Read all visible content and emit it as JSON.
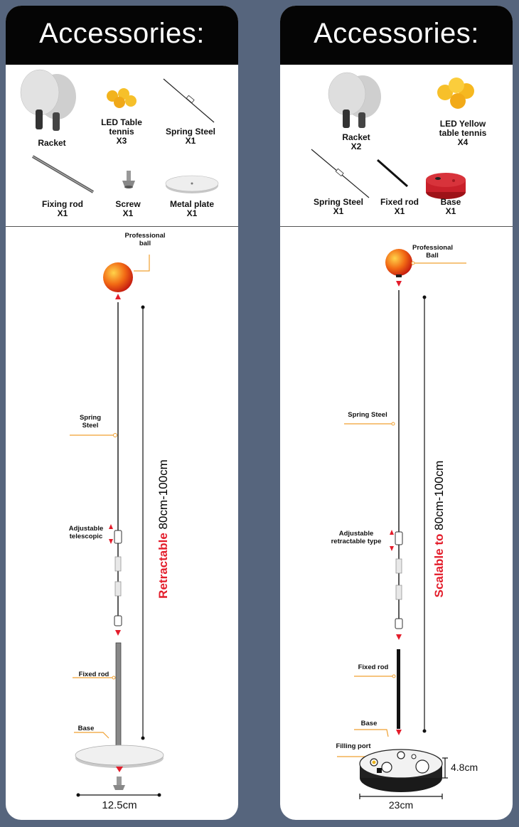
{
  "left": {
    "title": "Accessories:",
    "items": [
      {
        "name": "Racket",
        "qty": ""
      },
      {
        "name": "LED Table tennis",
        "qty": "X3"
      },
      {
        "name": "Spring Steel",
        "qty": "X1"
      },
      {
        "name": "Fixing rod",
        "qty": "X1"
      },
      {
        "name": "Screw",
        "qty": "X1"
      },
      {
        "name": "Metal plate",
        "qty": "X1"
      }
    ],
    "callouts": {
      "ball": "Professional ball",
      "spring": "Spring Steel",
      "adjust": "Adjustable telescopic",
      "fixed": "Fixed rod",
      "base": "Base"
    },
    "height_label": {
      "red": "Retractable",
      "rest": "80cm-100cm"
    },
    "width_label": "12.5cm"
  },
  "right": {
    "title": "Accessories:",
    "items": [
      {
        "name": "Racket",
        "qty": "X2"
      },
      {
        "name": "LED Yellow table tennis",
        "qty": "X4"
      },
      {
        "name": "Spring Steel",
        "qty": "X1"
      },
      {
        "name": "Fixed rod",
        "qty": "X1"
      },
      {
        "name": "Base",
        "qty": "X1"
      }
    ],
    "callouts": {
      "ball": "Professional Ball",
      "spring": "Spring Steel",
      "adjust": "Adjustable retractable type",
      "fixed": "Fixed rod",
      "base": "Base",
      "filling": "Filling port"
    },
    "height_label": {
      "red": "Scalable to",
      "rest": "80cm-100cm"
    },
    "base_height": "4.8cm",
    "width_label": "23cm"
  },
  "colors": {
    "background": "#56657d",
    "header": "#050505",
    "accent_red": "#e31d2b",
    "orange": "#f0a030"
  }
}
